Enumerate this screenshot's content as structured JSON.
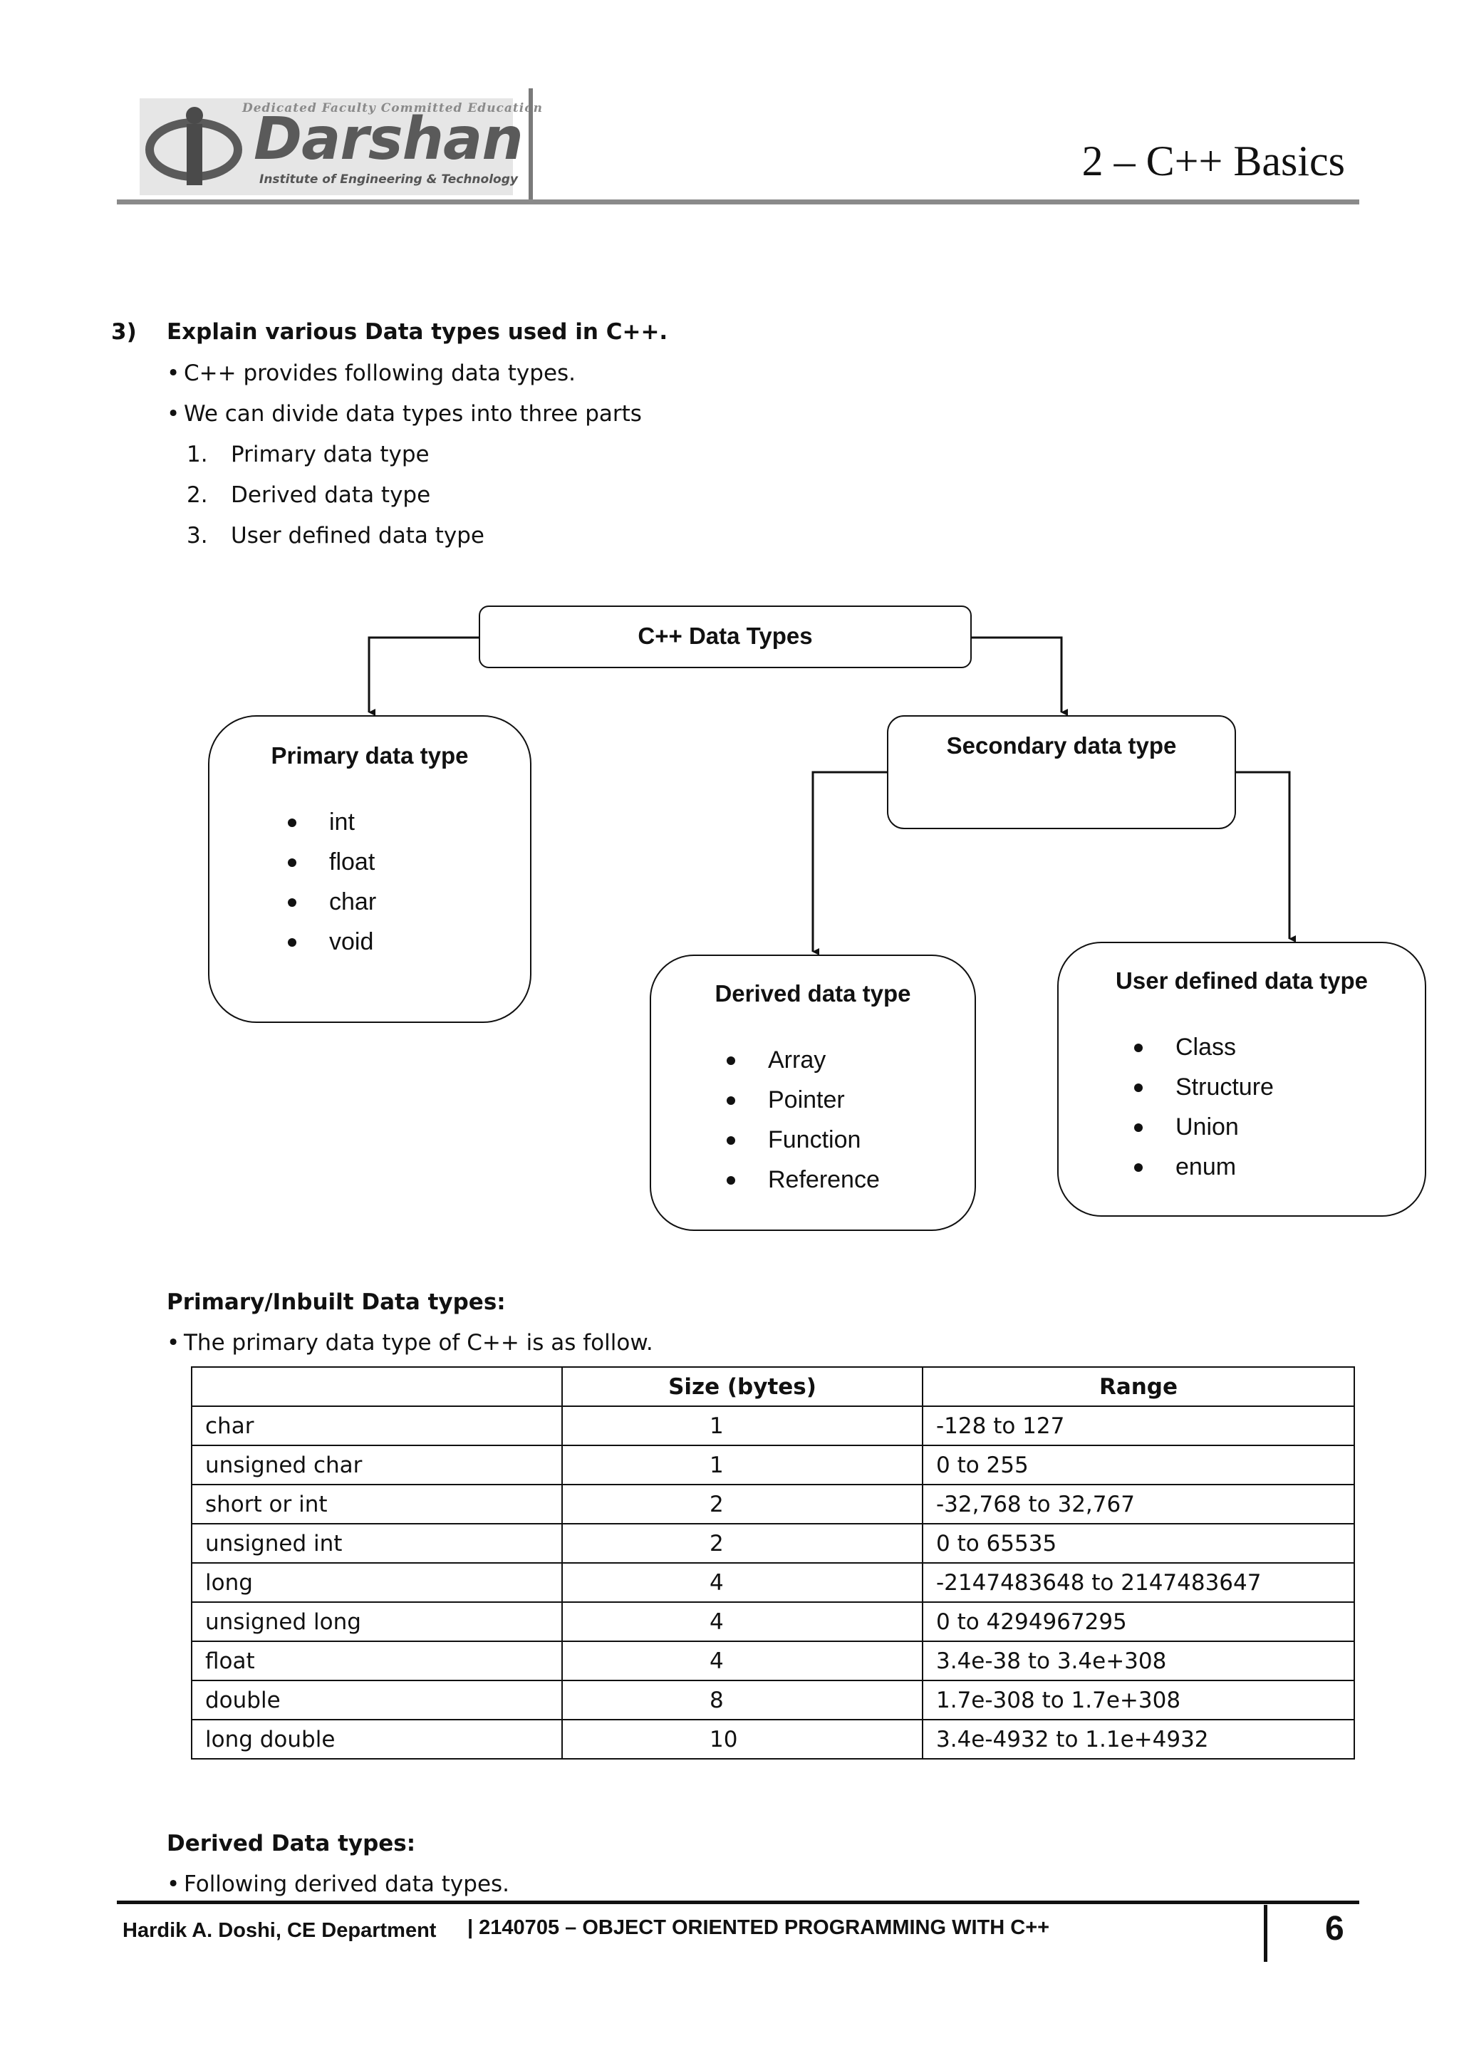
{
  "header": {
    "logo": {
      "tagline": "Dedicated Faculty Committed Education",
      "name": "Darshan",
      "subtitle": "Institute of Engineering & Technology"
    },
    "chapter_title": "2 – C++ Basics"
  },
  "question": {
    "number": "3)",
    "text": "Explain various Data types used in C++.",
    "bullets": [
      "C++ provides following data types.",
      "We can divide data types into three parts"
    ],
    "numbered": [
      {
        "num": "1.",
        "text": "Primary data type"
      },
      {
        "num": "2.",
        "text": "Derived data type"
      },
      {
        "num": "3.",
        "text": "User defined data type"
      }
    ]
  },
  "diagram": {
    "root": "C++ Data Types",
    "primary": {
      "title": "Primary data type",
      "items": [
        "int",
        "float",
        "char",
        "void"
      ]
    },
    "secondary": {
      "title": "Secondary data type"
    },
    "derived": {
      "title": "Derived data type",
      "items": [
        "Array",
        "Pointer",
        "Function",
        "Reference"
      ]
    },
    "user_defined": {
      "title": "User defined data type",
      "items": [
        "Class",
        "Structure",
        "Union",
        "enum"
      ]
    }
  },
  "primary_section": {
    "heading": "Primary/Inbuilt Data types:",
    "bullet": "The primary data type of C++ is as follow.",
    "table": {
      "headers": [
        "",
        "Size (bytes)",
        "Range"
      ],
      "rows": [
        [
          "char",
          "1",
          "-128 to 127"
        ],
        [
          "unsigned char",
          "1",
          "0 to 255"
        ],
        [
          "short or int",
          "2",
          "-32,768 to 32,767"
        ],
        [
          "unsigned int",
          "2",
          "0 to 65535"
        ],
        [
          "long",
          "4",
          "-2147483648 to 2147483647"
        ],
        [
          "unsigned long",
          "4",
          "0 to 4294967295"
        ],
        [
          "float",
          "4",
          "3.4e-38 to 3.4e+308"
        ],
        [
          "double",
          "8",
          "1.7e-308 to 1.7e+308"
        ],
        [
          "long double",
          "10",
          "3.4e-4932 to 1.1e+4932"
        ]
      ]
    }
  },
  "derived_section": {
    "heading": "Derived Data types:",
    "bullet": "Following derived data types."
  },
  "footer": {
    "author": "Hardik A. Doshi, CE Department",
    "course": "| 2140705 – OBJECT ORIENTED PROGRAMMING WITH C++",
    "page": "6"
  }
}
